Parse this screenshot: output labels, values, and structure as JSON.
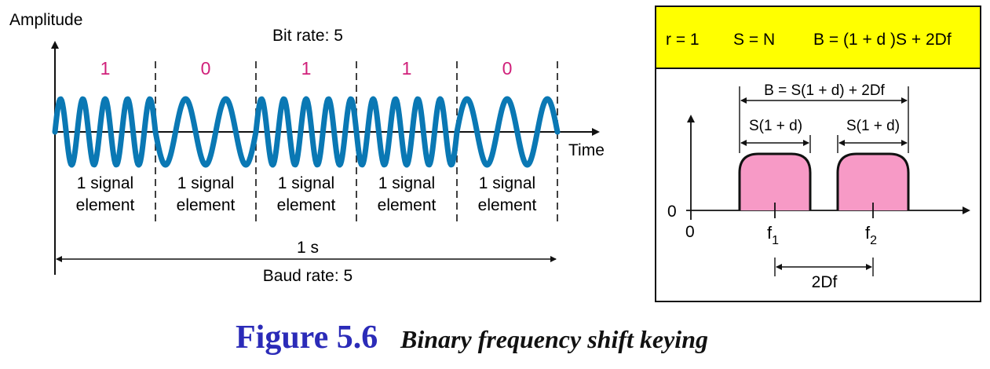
{
  "left": {
    "amplitude_label": "Amplitude",
    "bit_rate_label": "Bit rate: 5",
    "time_label": "Time",
    "bits": [
      "1",
      "0",
      "1",
      "1",
      "0"
    ],
    "segment_labels": [
      {
        "line1": "1 signal",
        "line2": "element"
      },
      {
        "line1": "1 signal",
        "line2": "element"
      },
      {
        "line1": "1 signal",
        "line2": "element"
      },
      {
        "line1": "1 signal",
        "line2": "element"
      },
      {
        "line1": "1 signal",
        "line2": "element"
      }
    ],
    "duration_label": "1 s",
    "baud_rate_label": "Baud rate: 5",
    "colors": {
      "wave": "#0a78b4",
      "bits": "#d0207a",
      "axis": "#111111"
    }
  },
  "right": {
    "header_formula_parts": [
      "r = 1",
      "S = N",
      "B = (1 + d )S + 2Df"
    ],
    "bandwidth_label": "B = S(1 + d) + 2Df",
    "band1_width_label": "S(1 + d)",
    "band2_width_label": "S(1 +  d)",
    "zero_y_label": "0",
    "zero_x_label": "0",
    "f1_base": "f",
    "f1_sub": "1",
    "f2_base": "f",
    "f2_sub": "2",
    "separation_label": "2Df",
    "colors": {
      "header_bg": "#ffff00",
      "band_fill": "#f79ac6",
      "border": "#111111"
    }
  },
  "caption": {
    "number": "Figure 5.6",
    "title": "Binary frequency shift keying",
    "colors": {
      "number": "#2b2bb8"
    }
  }
}
